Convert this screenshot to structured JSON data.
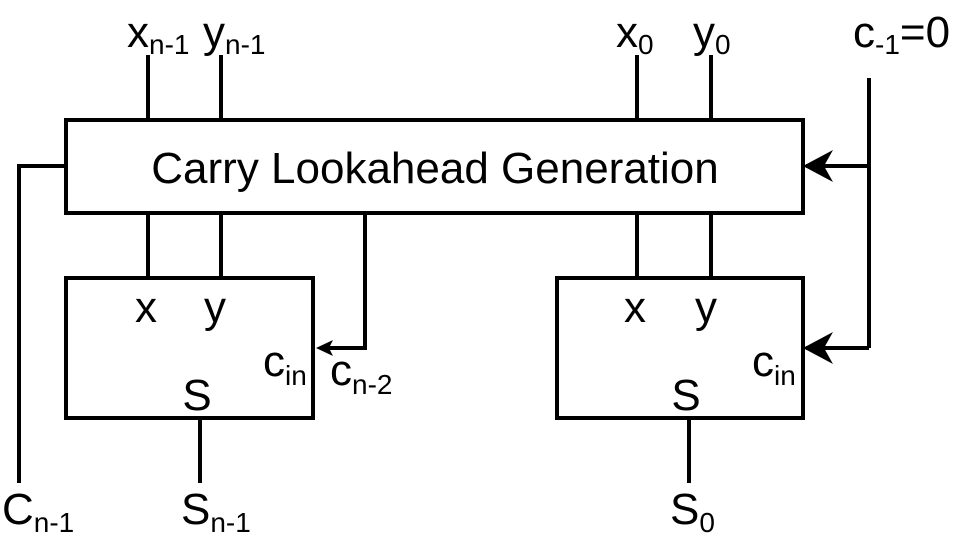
{
  "colors": {
    "line": "#000000",
    "background": "#ffffff"
  },
  "cla": {
    "title": "Carry Lookahead Generation"
  },
  "inputs": {
    "xn1": {
      "base": "x",
      "sub": "n-1"
    },
    "yn1": {
      "base": "y",
      "sub": "n-1"
    },
    "x0": {
      "base": "x",
      "sub": "0"
    },
    "y0": {
      "base": "y",
      "sub": "0"
    },
    "cm1": {
      "base": "c",
      "sub": "-1",
      "suffix": "=0"
    }
  },
  "adder_left": {
    "x": "x",
    "y": "y",
    "cin": {
      "base": "c",
      "sub": "in"
    },
    "s": "S",
    "carry_in_label": {
      "base": "c",
      "sub": "n-2"
    }
  },
  "adder_right": {
    "x": "x",
    "y": "y",
    "cin": {
      "base": "c",
      "sub": "in"
    },
    "s": "S"
  },
  "outputs": {
    "cn1": {
      "base": "C",
      "sub": "n-1"
    },
    "sn1": {
      "base": "S",
      "sub": "n-1"
    },
    "s0": {
      "base": "S",
      "sub": "0"
    }
  }
}
